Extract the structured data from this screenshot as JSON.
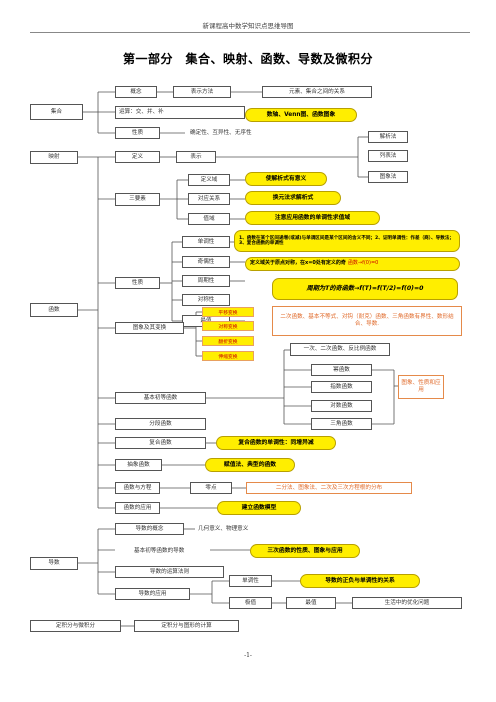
{
  "header": {
    "text": "新课程高中数学知识点思维导图"
  },
  "title": "第一部分　集合、映射、函数、导数及微积分",
  "page_number": "-1-",
  "sets": {
    "root": "集合",
    "concept": "概念",
    "repr": "表示方法",
    "elem_rel": "元素、集合之间的关系",
    "ops": "运算：交、并、补",
    "ops_hl": "数轴、Venn图、函数图象",
    "props": "性质",
    "props_desc": "确定性、互异性、无序性"
  },
  "mapping": {
    "root": "映射",
    "def": "定义",
    "rep": "表示",
    "methods": [
      "解析法",
      "列表法",
      "图象法"
    ]
  },
  "function": {
    "root": "函数",
    "three": "三要素",
    "domain": "定义域",
    "domain_hl": "使解析式有意义",
    "corr": "对应关系",
    "corr_hl": "换元法求解析式",
    "range": "值域",
    "range_hl": "注意应用函数的单调性求值域",
    "nature": "性质",
    "mono": "单调性",
    "mono_hl": "1、函数在某个区间递增(或减)与单调区间是某个区间的含义不同；2、证明单调性：作差（商）、导数法；3、复合函数的单调性",
    "odd": "奇偶性",
    "odd_hl": "定义域关于原点对称，在x=0处有定义的奇",
    "odd_tag": "函数→f(0)=0",
    "period": "周期性",
    "period_hl": "周期为T的奇函数→f(T)=f(T/2)=f(0)=0",
    "sym": "对称性",
    "extreme": "最值",
    "extreme_desc": "二次函数、基本不等式、对钩（耐克）函数、三角函数有界性、数形结合、导数.",
    "graph": "图象及其变换",
    "transforms": [
      "平移变换",
      "对称变换",
      "翻折变换",
      "伸缩变换"
    ],
    "elementary": "基本初等函数",
    "linear": "一次、二次函数、反比例函数",
    "power": "幂函数",
    "exp": "指数函数",
    "log": "对数函数",
    "trig": "三角函数",
    "graph_app": "图象、性质和应用",
    "piecewise": "分段函数",
    "composite": "复合函数",
    "composite_hl": "复合函数的单调性：同增异减",
    "abstract": "抽象函数",
    "abstract_hl": "赋值法、典型的函数",
    "equation": "函数与方程",
    "zero": "零点",
    "zero_desc": "二分法、图象法、二次及三次方程根的分布",
    "application": "函数的应用",
    "application_hl": "建立函数模型"
  },
  "derivative": {
    "root": "导数",
    "concept": "导数的概念",
    "concept_desc": "几何意义、物理意义",
    "basic": "基本初等函数的导数",
    "basic_hl": "三次函数的性质、图象与应用",
    "rules": "导数的运算法则",
    "app": "导数的应用",
    "mono": "单调性",
    "mono_hl": "导数的正负与单调性的关系",
    "extreme": "极值",
    "max": "最值",
    "life": "生活中的优化问题"
  },
  "integral": {
    "root": "定积分与微积分",
    "calc": "定积分与图形的计算"
  }
}
